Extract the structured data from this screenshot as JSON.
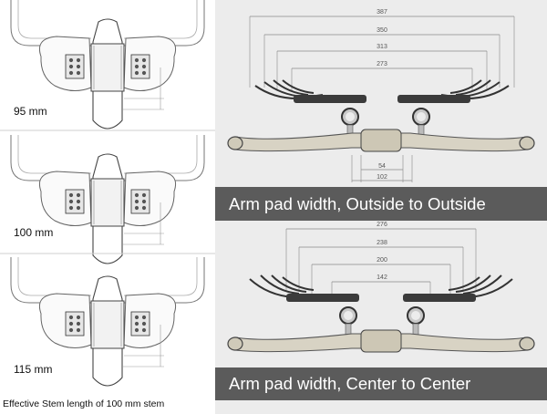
{
  "stem_sizes": [
    "95  mm",
    "100 mm",
    "115 mm"
  ],
  "footer_caption": "Effective Stem length of 100 mm stem",
  "top_diagram": {
    "caption": "Arm pad width,  Outside to Outside",
    "upper_dims": [
      "387",
      "350",
      "313",
      "273"
    ],
    "lower_dims": [
      "54",
      "102"
    ]
  },
  "bottom_diagram": {
    "caption": "Arm pad width,  Center to Center",
    "upper_dims": [
      "276",
      "238",
      "200",
      "142"
    ]
  }
}
